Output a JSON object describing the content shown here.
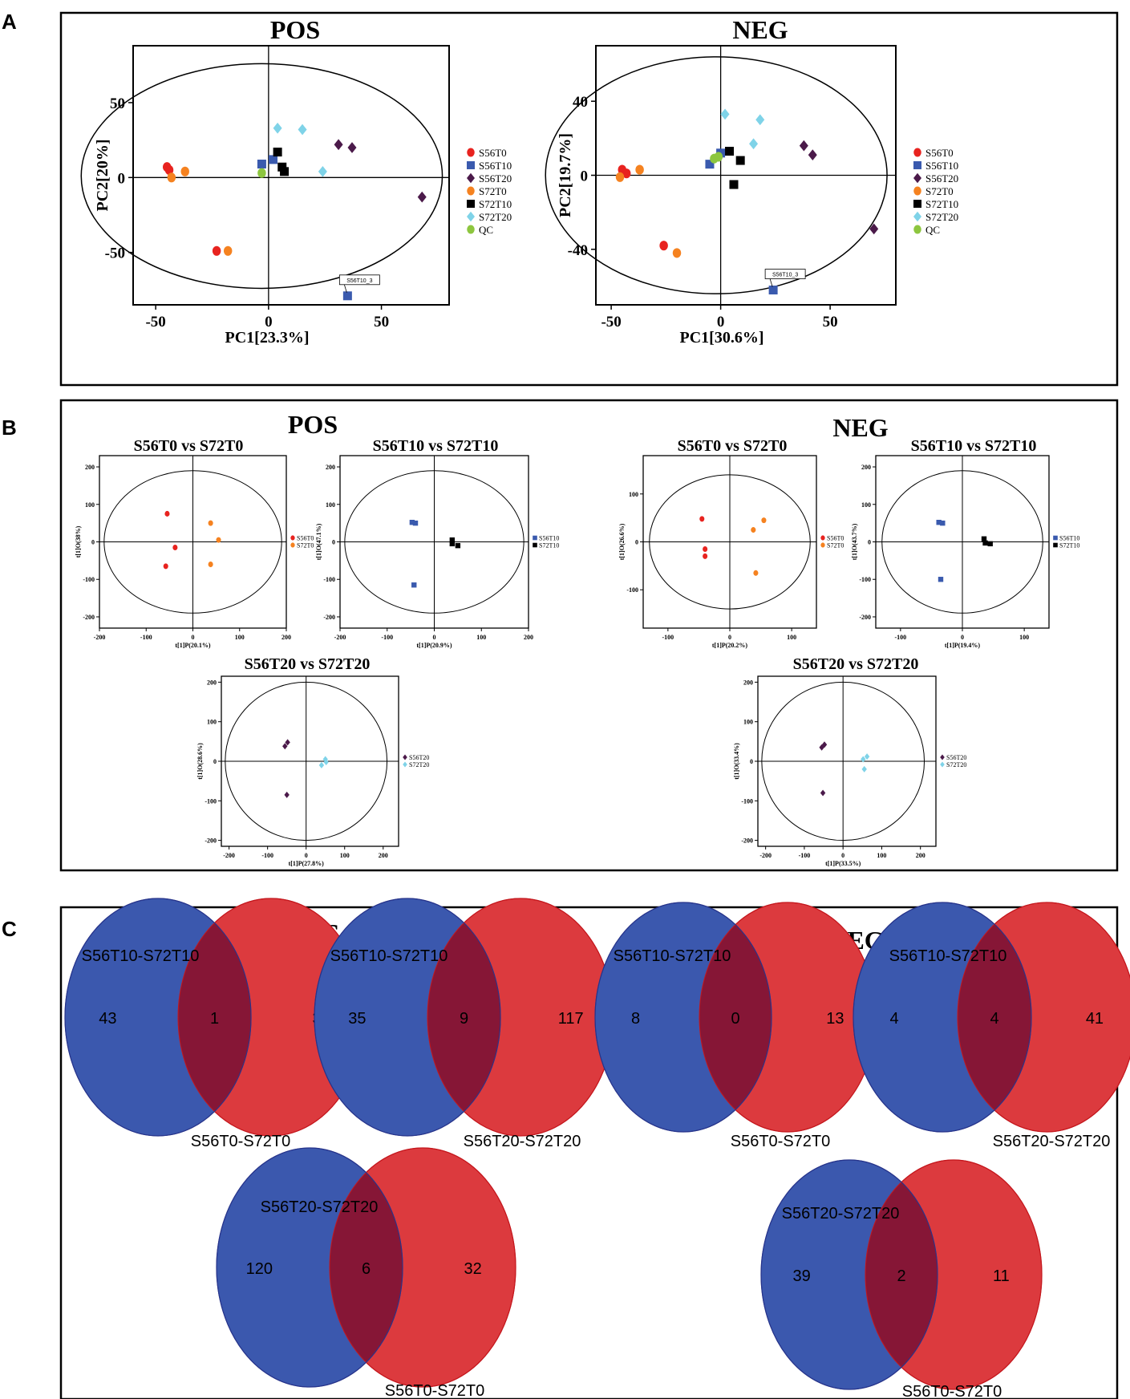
{
  "panels": {
    "A": {
      "letter": "A"
    },
    "B": {
      "letter": "B"
    },
    "C": {
      "letter": "C"
    }
  },
  "colors": {
    "S56T0": "#e8231f",
    "S56T10": "#3a5aae",
    "S56T20": "#4b1a4a",
    "S72T0": "#f58220",
    "S72T10": "#000000",
    "S72T20": "#7fd3e8",
    "QC": "#8dc63f",
    "venn_left": "#3b58ae",
    "venn_right": "#dc3a3e",
    "venn_overlap": "#861636"
  },
  "pca_plots": [
    {
      "title": "POS",
      "xlabel": "PC1[23.3%]",
      "ylabel": "PC2[20%]",
      "xticks": [
        -50,
        0,
        50
      ],
      "yticks": [
        50,
        0,
        -50
      ],
      "xlim": [
        -60,
        80
      ],
      "ylim": [
        -85,
        88
      ],
      "ellipse": {
        "cx": -3,
        "cy": 1,
        "rx": 80,
        "ry": 75
      },
      "callout": {
        "label": "S56T10_3",
        "x": 35,
        "y": -79
      },
      "legend": [
        "S56T0",
        "S56T10",
        "S56T20",
        "S72T0",
        "S72T10",
        "S72T20",
        "QC"
      ],
      "points": [
        {
          "group": "S56T0",
          "x": -45,
          "y": 7
        },
        {
          "group": "S56T0",
          "x": -44,
          "y": 5
        },
        {
          "group": "S56T0",
          "x": -23,
          "y": -49
        },
        {
          "group": "S72T0",
          "x": -43,
          "y": 0
        },
        {
          "group": "S72T0",
          "x": -37,
          "y": 4
        },
        {
          "group": "S72T0",
          "x": -18,
          "y": -49
        },
        {
          "group": "S56T10",
          "x": -3,
          "y": 9
        },
        {
          "group": "S56T10",
          "x": 2,
          "y": 12
        },
        {
          "group": "S56T10",
          "x": 35,
          "y": -79
        },
        {
          "group": "S72T10",
          "x": 4,
          "y": 17
        },
        {
          "group": "S72T10",
          "x": 6,
          "y": 7
        },
        {
          "group": "S72T10",
          "x": 7,
          "y": 4
        },
        {
          "group": "S72T20",
          "x": 4,
          "y": 33
        },
        {
          "group": "S72T20",
          "x": 15,
          "y": 32
        },
        {
          "group": "S72T20",
          "x": 24,
          "y": 4
        },
        {
          "group": "S56T20",
          "x": 31,
          "y": 22
        },
        {
          "group": "S56T20",
          "x": 37,
          "y": 20
        },
        {
          "group": "S56T20",
          "x": 68,
          "y": -13
        },
        {
          "group": "QC",
          "x": -3,
          "y": 3
        }
      ]
    },
    {
      "title": "NEG",
      "xlabel": "PC1[30.6%]",
      "ylabel": "PC2[19.7%]",
      "xticks": [
        -50,
        0,
        50
      ],
      "yticks": [
        40,
        0,
        -40
      ],
      "xlim": [
        -57,
        80
      ],
      "ylim": [
        -70,
        70
      ],
      "ellipse": {
        "cx": -2,
        "cy": 0,
        "rx": 78,
        "ry": 64
      },
      "callout": {
        "label": "S56T10_3",
        "x": 24,
        "y": -62
      },
      "legend": [
        "S56T0",
        "S56T10",
        "S56T20",
        "S72T0",
        "S72T10",
        "S72T20",
        "QC"
      ],
      "points": [
        {
          "group": "S56T0",
          "x": -45,
          "y": 3
        },
        {
          "group": "S56T0",
          "x": -43,
          "y": 1
        },
        {
          "group": "S56T0",
          "x": -26,
          "y": -38
        },
        {
          "group": "S72T0",
          "x": -46,
          "y": -1
        },
        {
          "group": "S72T0",
          "x": -37,
          "y": 3
        },
        {
          "group": "S72T0",
          "x": -20,
          "y": -42
        },
        {
          "group": "S56T10",
          "x": -5,
          "y": 6
        },
        {
          "group": "S56T10",
          "x": 0,
          "y": 12
        },
        {
          "group": "S56T10",
          "x": 24,
          "y": -62
        },
        {
          "group": "S72T10",
          "x": 4,
          "y": 13
        },
        {
          "group": "S72T10",
          "x": 9,
          "y": 8
        },
        {
          "group": "S72T10",
          "x": 6,
          "y": -5
        },
        {
          "group": "S72T20",
          "x": 2,
          "y": 33
        },
        {
          "group": "S72T20",
          "x": 18,
          "y": 30
        },
        {
          "group": "S72T20",
          "x": 15,
          "y": 17
        },
        {
          "group": "S56T20",
          "x": 38,
          "y": 16
        },
        {
          "group": "S56T20",
          "x": 42,
          "y": 11
        },
        {
          "group": "S56T20",
          "x": 70,
          "y": -29
        },
        {
          "group": "QC",
          "x": -3,
          "y": 9
        },
        {
          "group": "QC",
          "x": -1,
          "y": 10
        }
      ]
    }
  ],
  "opls_headers": {
    "pos": "POS",
    "neg": "NEG"
  },
  "opls_plots": [
    {
      "title": "S56T0 vs S72T0",
      "xlabel": "t[1]P(20.1%)",
      "ylabel": "t[1]O(38%)",
      "xticks": [
        -200,
        -100,
        0,
        100,
        200
      ],
      "yticks": [
        200,
        100,
        0,
        -100,
        -200
      ],
      "xlim": [
        -200,
        200
      ],
      "ylim": [
        -230,
        230
      ],
      "ell": [
        190,
        190
      ],
      "legend": [
        "S56T0",
        "S72T0"
      ],
      "points": [
        {
          "group": "S56T0",
          "x": -55,
          "y": 75
        },
        {
          "group": "S56T0",
          "x": -38,
          "y": -15
        },
        {
          "group": "S56T0",
          "x": -58,
          "y": -65
        },
        {
          "group": "S72T0",
          "x": 38,
          "y": 50
        },
        {
          "group": "S72T0",
          "x": 55,
          "y": 5
        },
        {
          "group": "S72T0",
          "x": 38,
          "y": -60
        }
      ]
    },
    {
      "title": "S56T10 vs S72T10",
      "xlabel": "t[1]P(20.9%)",
      "ylabel": "t[1]O(47.1%)",
      "xticks": [
        -200,
        -100,
        0,
        100,
        200
      ],
      "yticks": [
        200,
        100,
        0,
        -100,
        -200
      ],
      "xlim": [
        -200,
        200
      ],
      "ylim": [
        -230,
        230
      ],
      "ell": [
        190,
        190
      ],
      "legend": [
        "S56T10",
        "S72T10"
      ],
      "points": [
        {
          "group": "S56T10",
          "x": -47,
          "y": 52
        },
        {
          "group": "S56T10",
          "x": -40,
          "y": 50
        },
        {
          "group": "S56T10",
          "x": -43,
          "y": -115
        },
        {
          "group": "S72T10",
          "x": 38,
          "y": 5
        },
        {
          "group": "S72T10",
          "x": 38,
          "y": -5
        },
        {
          "group": "S72T10",
          "x": 50,
          "y": -10
        }
      ]
    },
    {
      "title": "S56T0 vs S72T0",
      "xlabel": "t[1]P(20.2%)",
      "ylabel": "t[1]O(26.6%)",
      "xticks": [
        -100,
        0,
        100
      ],
      "yticks": [
        100,
        0,
        -100
      ],
      "xlim": [
        -140,
        140
      ],
      "ylim": [
        -180,
        180
      ],
      "ell": [
        130,
        140
      ],
      "legend": [
        "S56T0",
        "S72T0"
      ],
      "points": [
        {
          "group": "S56T0",
          "x": -45,
          "y": 48
        },
        {
          "group": "S56T0",
          "x": -40,
          "y": -15
        },
        {
          "group": "S56T0",
          "x": -40,
          "y": -30
        },
        {
          "group": "S72T0",
          "x": 55,
          "y": 45
        },
        {
          "group": "S72T0",
          "x": 38,
          "y": 25
        },
        {
          "group": "S72T0",
          "x": 42,
          "y": -65
        }
      ]
    },
    {
      "title": "S56T10 vs S72T10",
      "xlabel": "t[1]P(19.4%)",
      "ylabel": "t[1]O(43.7%)",
      "xticks": [
        -100,
        0,
        100
      ],
      "yticks": [
        200,
        100,
        0,
        -100,
        -200
      ],
      "xlim": [
        -140,
        140
      ],
      "ylim": [
        -230,
        230
      ],
      "ell": [
        130,
        190
      ],
      "legend": [
        "S56T10",
        "S72T10"
      ],
      "points": [
        {
          "group": "S56T10",
          "x": -38,
          "y": 52
        },
        {
          "group": "S56T10",
          "x": -32,
          "y": 50
        },
        {
          "group": "S56T10",
          "x": -35,
          "y": -100
        },
        {
          "group": "S72T10",
          "x": 35,
          "y": 8
        },
        {
          "group": "S72T10",
          "x": 37,
          "y": -3
        },
        {
          "group": "S72T10",
          "x": 45,
          "y": -5
        }
      ]
    },
    {
      "title": "S56T20 vs S72T20",
      "xlabel": "t[1]P(27.8%)",
      "ylabel": "t[1]O(28.6%)",
      "xticks": [
        -200,
        -100,
        0,
        100,
        200
      ],
      "yticks": [
        200,
        100,
        0,
        -100,
        -200
      ],
      "xlim": [
        -220,
        240
      ],
      "ylim": [
        -215,
        215
      ],
      "ell": [
        210,
        200
      ],
      "legend": [
        "S56T20",
        "S72T20"
      ],
      "points": [
        {
          "group": "S56T20",
          "x": -55,
          "y": 38
        },
        {
          "group": "S56T20",
          "x": -48,
          "y": 48
        },
        {
          "group": "S56T20",
          "x": -50,
          "y": -85
        },
        {
          "group": "S72T20",
          "x": 50,
          "y": 5
        },
        {
          "group": "S72T20",
          "x": 40,
          "y": -10
        },
        {
          "group": "S72T20",
          "x": 52,
          "y": -2
        }
      ]
    },
    {
      "title": "S56T20 vs S72T20",
      "xlabel": "t[1]P(33.5%)",
      "ylabel": "t[1]O(33.4%)",
      "xticks": [
        -200,
        -100,
        0,
        100,
        200
      ],
      "yticks": [
        200,
        100,
        0,
        -100,
        -200
      ],
      "xlim": [
        -220,
        240
      ],
      "ylim": [
        -215,
        215
      ],
      "ell": [
        210,
        200
      ],
      "legend": [
        "S56T20",
        "S72T20"
      ],
      "points": [
        {
          "group": "S56T20",
          "x": -55,
          "y": 35
        },
        {
          "group": "S56T20",
          "x": -48,
          "y": 42
        },
        {
          "group": "S56T20",
          "x": -52,
          "y": -80
        },
        {
          "group": "S72T20",
          "x": 52,
          "y": 5
        },
        {
          "group": "S72T20",
          "x": 62,
          "y": 12
        },
        {
          "group": "S72T20",
          "x": 55,
          "y": -20
        }
      ]
    }
  ],
  "venn_headers": {
    "pos": "POS",
    "neg": "NEG"
  },
  "venns": [
    {
      "top": "S56T10-S72T10",
      "bottom": "S56T0-S72T0",
      "left": "43",
      "overlap": "1",
      "right": "37"
    },
    {
      "top": "S56T10-S72T10",
      "bottom": "S56T20-S72T20",
      "left": "35",
      "overlap": "9",
      "right": "117"
    },
    {
      "top": "S56T10-S72T10",
      "bottom": "S56T0-S72T0",
      "left": "8",
      "overlap": "0",
      "right": "13"
    },
    {
      "top": "S56T10-S72T10",
      "bottom": "S56T20-S72T20",
      "left": "4",
      "overlap": "4",
      "right": "41"
    },
    {
      "top": "S56T20-S72T20",
      "bottom": "S56T0-S72T0",
      "left": "120",
      "overlap": "6",
      "right": "32"
    },
    {
      "top": "S56T20-S72T20",
      "bottom": "S56T0-S72T0",
      "left": "39",
      "overlap": "2",
      "right": "11"
    }
  ]
}
